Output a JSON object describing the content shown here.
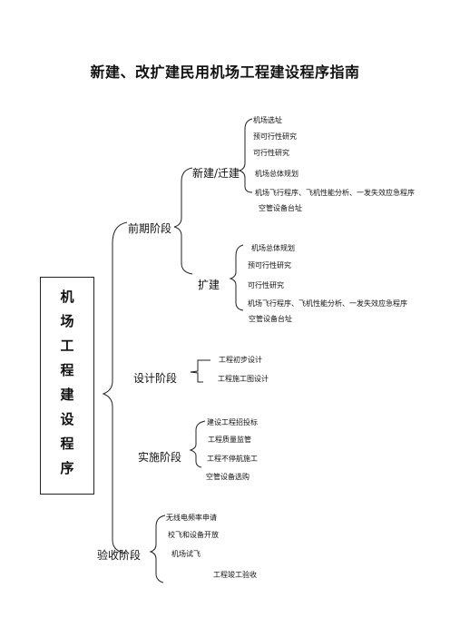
{
  "title": "新建、改扩建民用机场工程建设程序指南",
  "root": "机场工程建设程序",
  "stages": {
    "qianqi": {
      "label": "前期阶段",
      "xinjian": {
        "label": "新建/迁建",
        "items": [
          "机场选址",
          "预可行性研究",
          "可行性研究",
          "机场总体规划",
          "机场飞行程序、飞机性能分析、一发失效应急程序",
          "空管设备台址"
        ]
      },
      "kuojian": {
        "label": "扩建",
        "items": [
          "机场总体规划",
          "预可行性研究",
          "可行性研究",
          "机场飞行程序、飞机性能分析、一发失效应急程序",
          "空管设备台址"
        ]
      }
    },
    "sheji": {
      "label": "设计阶段",
      "items": [
        "工程初步设计",
        "工程施工图设计"
      ]
    },
    "shishi": {
      "label": "实施阶段",
      "items": [
        "建设工程招投标",
        "工程质量监管",
        "工程不停航施工",
        "空管设备选购"
      ]
    },
    "yanshou": {
      "label": "验收阶段",
      "items": [
        "无线电频率申请",
        "校飞和设备开放",
        "机场试飞",
        "工程竣工验收"
      ]
    }
  }
}
